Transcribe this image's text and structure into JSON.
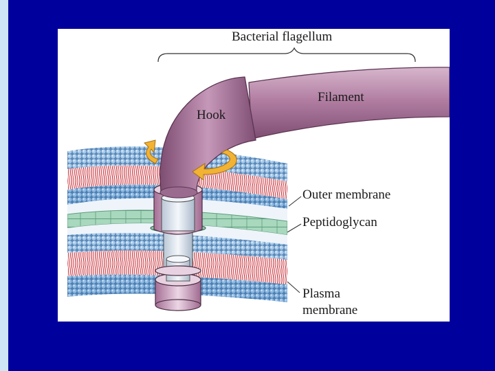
{
  "diagram": {
    "labels": {
      "title": "Bacterial flagellum",
      "filament": "Filament",
      "hook": "Hook",
      "outer_membrane": "Outer membrane",
      "peptidoglycan": "Peptidoglycan",
      "plasma_membrane_line1": "Plasma",
      "plasma_membrane_line2": "membrane"
    },
    "colors": {
      "background": "#00009c",
      "left_strip": "#cfe6f6",
      "panel": "#ffffff",
      "flagellum": "#b27fa3",
      "lipid_head": "#6f9fcf",
      "lipid_tail": "#c8323c",
      "peptidoglycan": "#9ccfb4",
      "arrow": "#f2b233",
      "ring": "#e3c9dc"
    }
  }
}
